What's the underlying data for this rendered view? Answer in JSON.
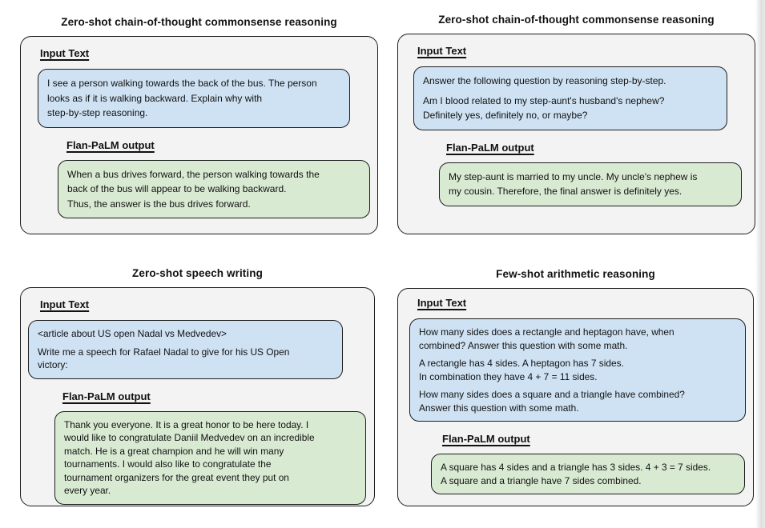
{
  "figure": {
    "input_label": "Input Text",
    "output_label": "Flan-PaLM output",
    "colors": {
      "panel_bg": "#f3f3f3",
      "input_bubble_bg": "#cfe2f3",
      "output_bubble_bg": "#d9ead3",
      "border": "#1c1c1c",
      "text": "#111111"
    },
    "panels": [
      {
        "title": "Zero-shot chain-of-thought commonsense reasoning",
        "input_paragraphs": [
          "I see a person walking towards the back of the bus. The person\nlooks as if it is walking backward. Explain why with\nstep-by-step reasoning."
        ],
        "output_paragraphs": [
          "When a bus drives forward, the person walking towards the\nback of the bus will appear to be walking backward.\nThus, the answer is the bus drives forward."
        ]
      },
      {
        "title": "Zero-shot chain-of-thought commonsense reasoning",
        "input_paragraphs": [
          "Answer the following question by reasoning step-by-step.",
          "Am I blood related to my step-aunt's husband's nephew?\nDefinitely yes, definitely no, or maybe?"
        ],
        "output_paragraphs": [
          "My step-aunt is married to my uncle. My uncle's nephew is\nmy cousin. Therefore, the final answer is definitely yes."
        ]
      },
      {
        "title": "Zero-shot speech writing",
        "input_paragraphs": [
          "<article about US open Nadal vs Medvedev>",
          "Write me a speech for Rafael Nadal to give for his US Open\nvictory:"
        ],
        "output_paragraphs": [
          "Thank you everyone. It is a great honor to be here today. I\nwould like to congratulate Daniil Medvedev on an incredible\nmatch. He is a great champion and he will win many\ntournaments. I would also like to congratulate the\ntournament organizers for the great event they put on\nevery year."
        ]
      },
      {
        "title": "Few-shot arithmetic reasoning",
        "input_paragraphs": [
          "How many sides does a rectangle and heptagon have, when\ncombined? Answer this question with some math.",
          "A rectangle has 4 sides. A heptagon has 7 sides.\nIn combination they have 4 + 7 = 11 sides.",
          "How many sides does a square and a triangle have combined?\nAnswer this question with some math."
        ],
        "output_paragraphs": [
          "A square has 4 sides and a triangle has 3 sides. 4 + 3 = 7 sides.\nA square and a triangle have 7 sides combined."
        ]
      }
    ]
  }
}
